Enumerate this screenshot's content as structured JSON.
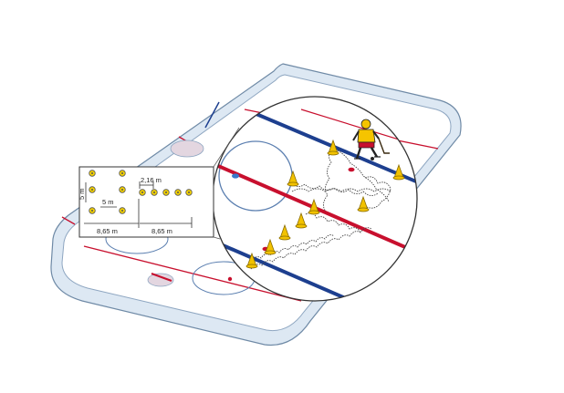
{
  "figure": {
    "inset": {
      "dim_spacing_top": "2,16 m",
      "dim_vertical": "5 m",
      "dim_horizontal": "5 m",
      "dim_bottom_left": "8,65 m",
      "dim_bottom_right": "8,65 m"
    },
    "colors": {
      "ice": "#ffffff",
      "board_fill": "#dde8f3",
      "board_edge": "#6f8aa6",
      "red_line": "#c8102e",
      "blue_line": "#1d3f8f",
      "circle_line": "#5b7fb0",
      "cone": "#f2c200",
      "puck_path": "#444444",
      "jersey": "#f5c400",
      "pants": "#c8102e"
    },
    "icons": [
      "traffic-cone-icon",
      "hockey-player-icon",
      "puck-icon"
    ]
  }
}
